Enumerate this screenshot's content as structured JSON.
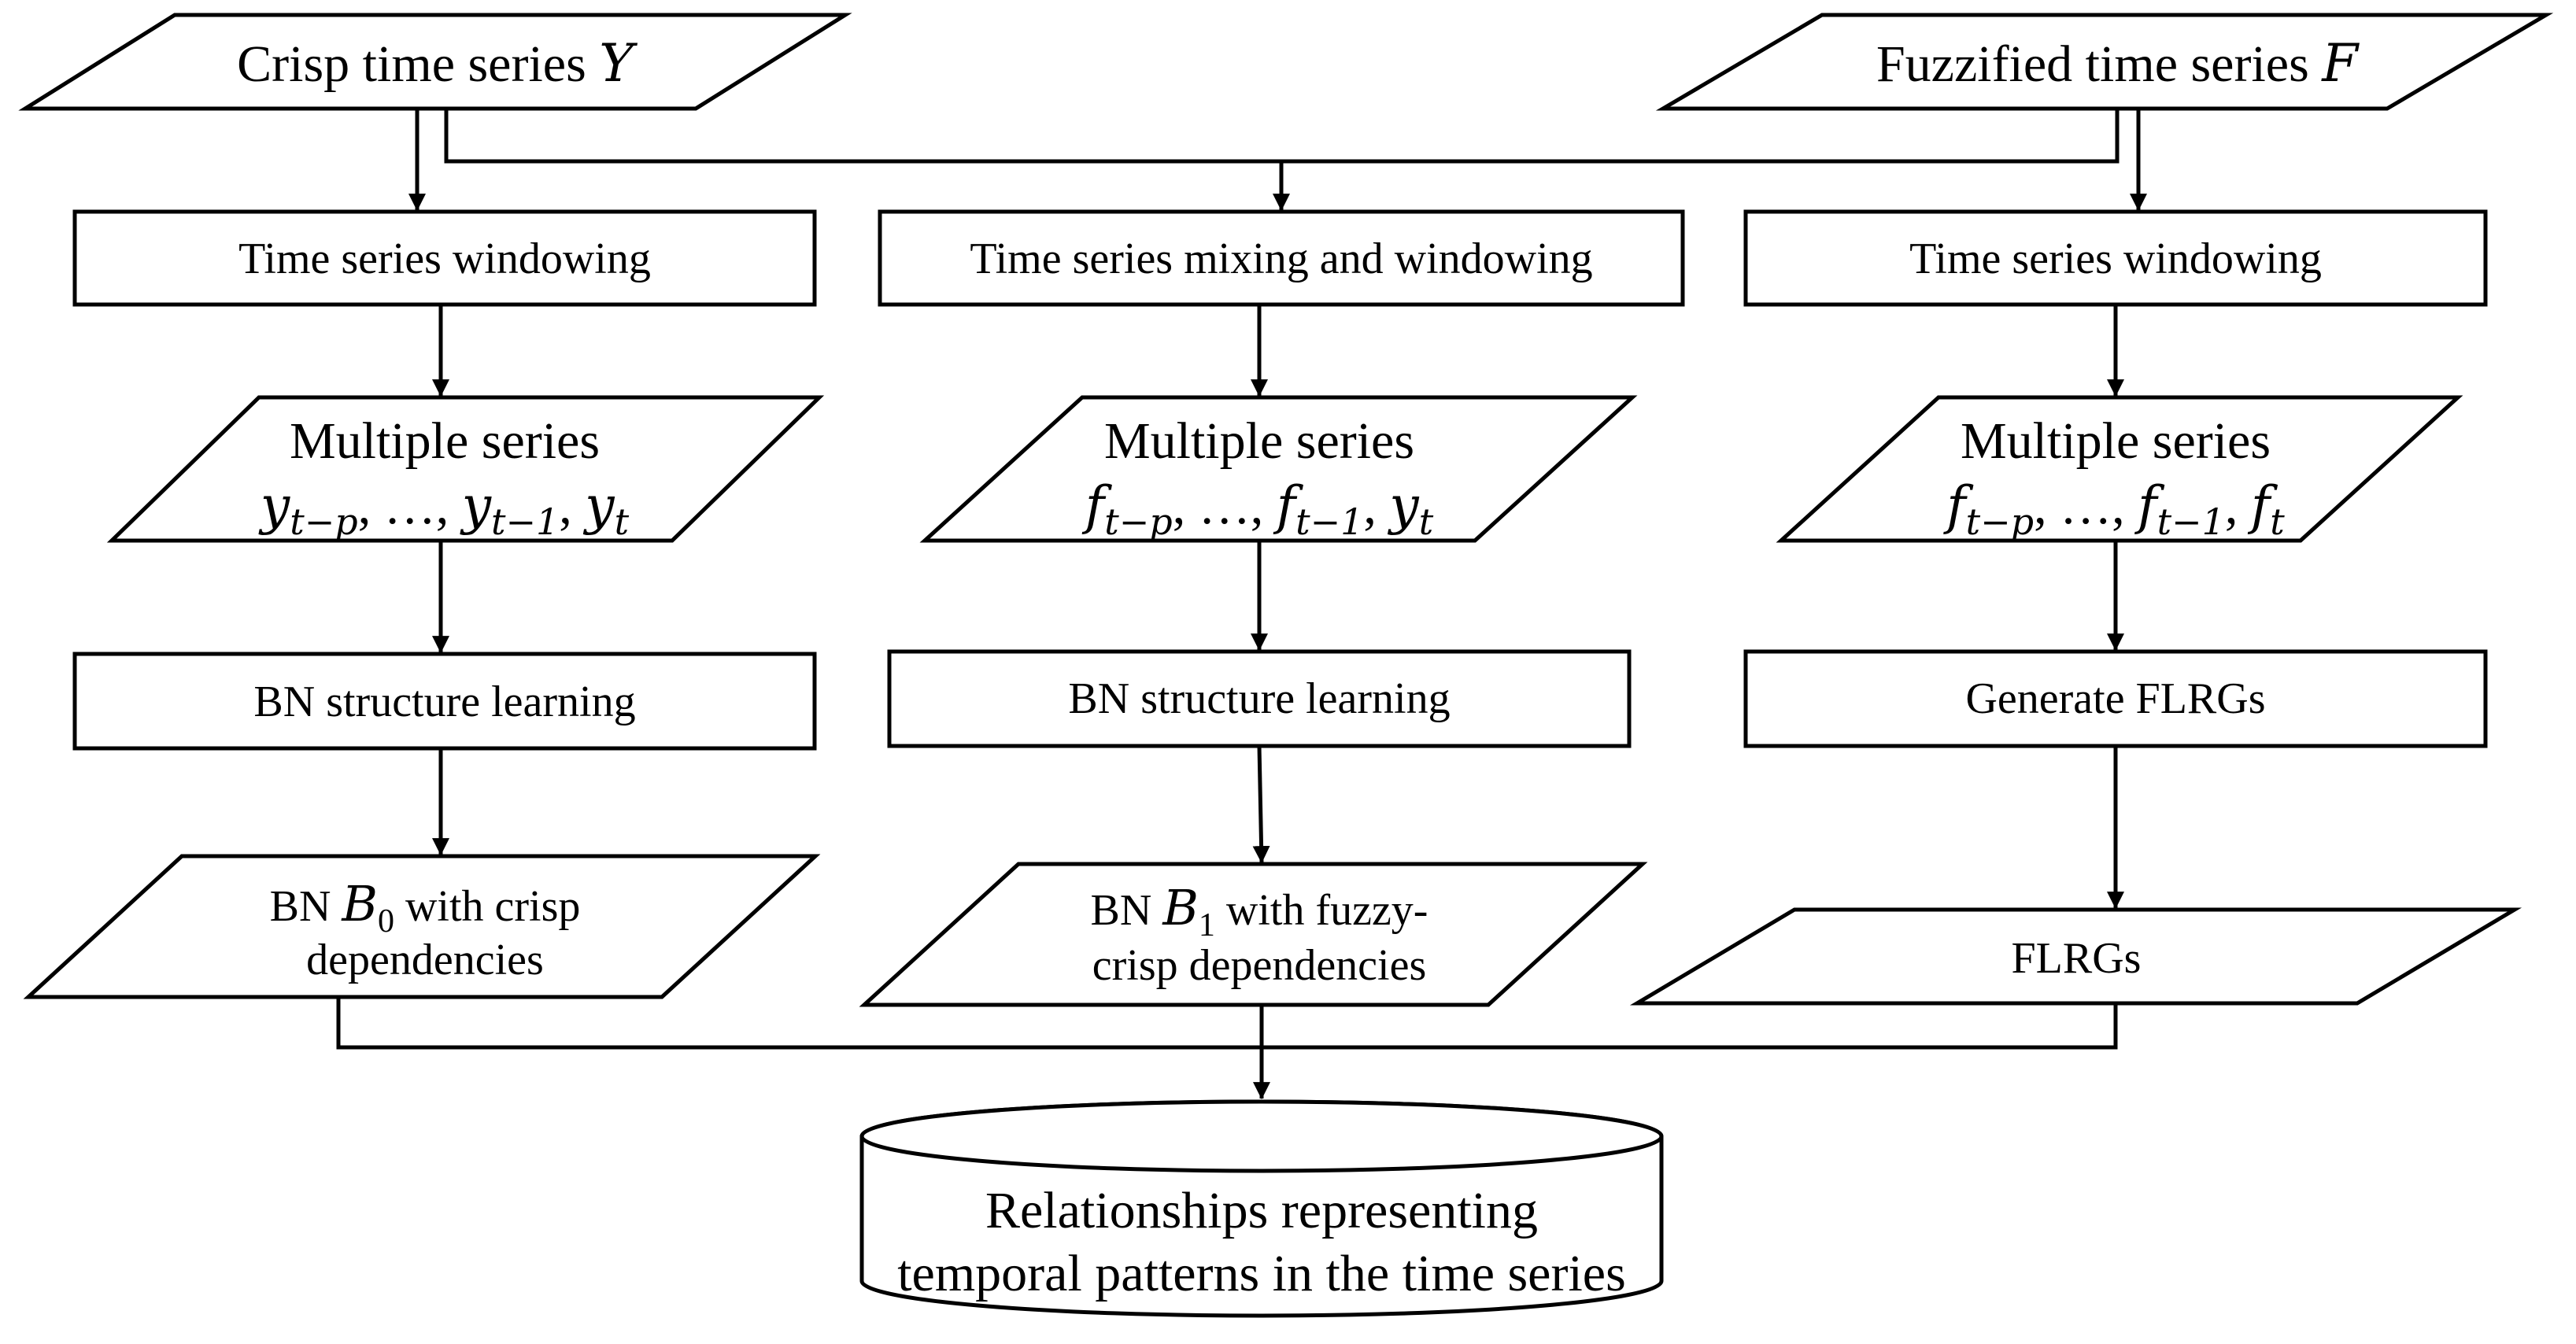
{
  "diagram": {
    "inputs": {
      "crisp": {
        "text": "Crisp time series ",
        "var": "Y"
      },
      "fuzzy": {
        "text": "Fuzzified time series ",
        "var": "F"
      }
    },
    "left": {
      "windowing": "Time series windowing",
      "series_title": "Multiple series",
      "series_expr": "y_{t−p}, …, y_{t−1}, y_t",
      "learning": "BN structure learning",
      "result_pre": "BN ",
      "result_var": "B",
      "result_sub": "0",
      "result_post": " with crisp",
      "result_line2": "dependencies"
    },
    "middle": {
      "windowing": "Time series mixing and windowing",
      "series_title": "Multiple series",
      "series_expr": "f_{t−p}, …, f_{t−1}, y_t",
      "learning": "BN structure learning",
      "result_pre": "BN ",
      "result_var": "B",
      "result_sub": "1",
      "result_post": " with fuzzy-",
      "result_line2": "crisp dependencies"
    },
    "right": {
      "windowing": "Time series windowing",
      "series_title": "Multiple series",
      "series_expr": "f_{t−p}, …, f_{t−1}, f_t",
      "learning": "Generate FLRGs",
      "result": "FLRGs"
    },
    "output": {
      "line1": "Relationships representing",
      "line2": "temporal patterns in the time series"
    },
    "math_left": {
      "v1": "y",
      "s1": "t−p",
      "sep1": ", …, ",
      "v2": "y",
      "s2": "t−1",
      "sep2": ", ",
      "v3": "y",
      "s3": "t"
    },
    "math_middle": {
      "v1": "f",
      "s1": "t−p",
      "sep1": ", …, ",
      "v2": "f",
      "s2": "t−1",
      "sep2": ", ",
      "v3": "y",
      "s3": "t"
    },
    "math_right": {
      "v1": "f",
      "s1": "t−p",
      "sep1": ", …, ",
      "v2": "f",
      "s2": "t−1",
      "sep2": ", ",
      "v3": "f",
      "s3": "t"
    }
  }
}
